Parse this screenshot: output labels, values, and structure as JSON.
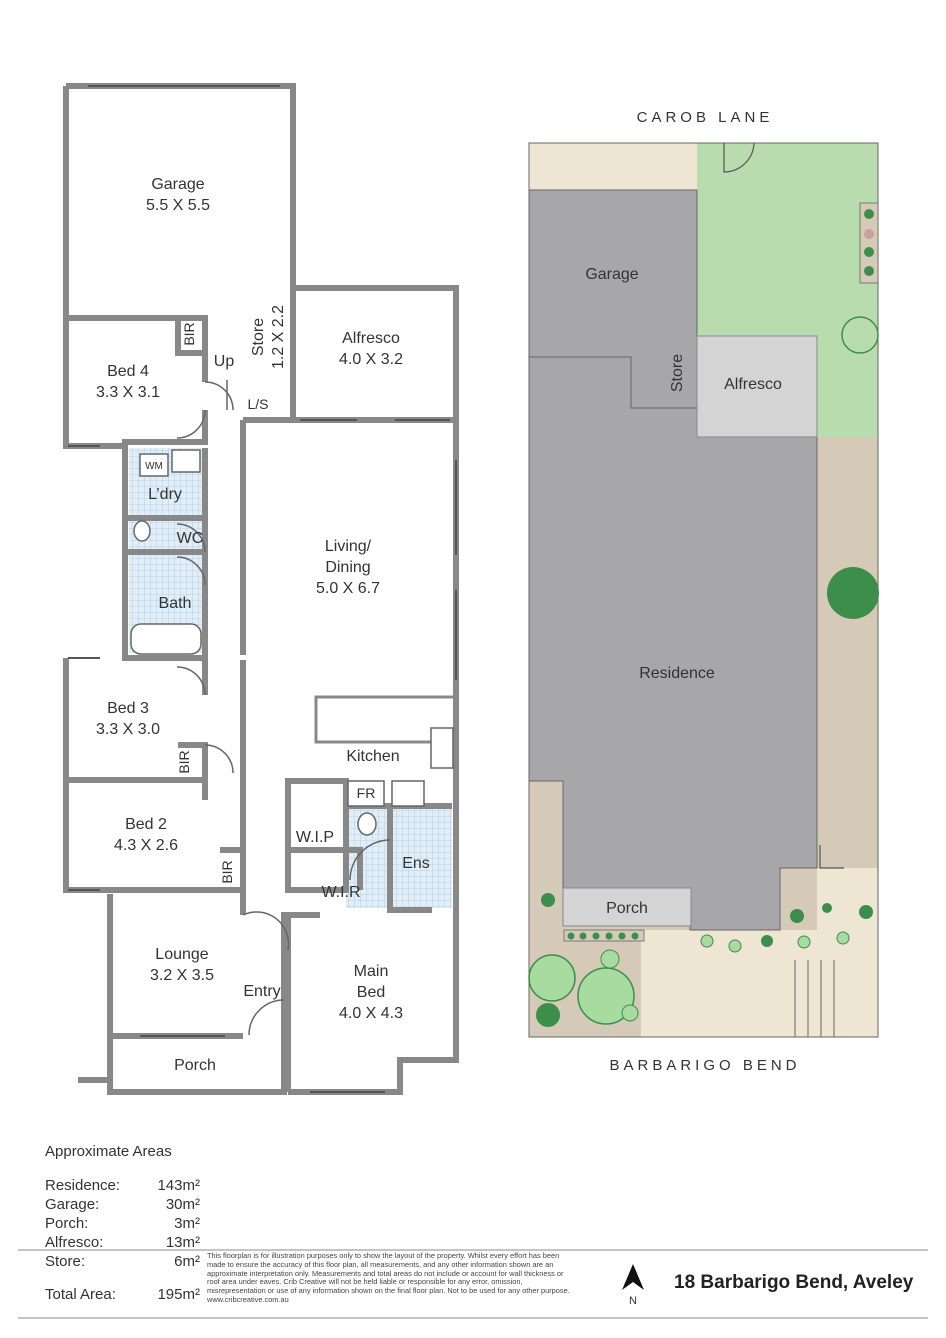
{
  "floor_plan": {
    "rooms": [
      {
        "key": "garage",
        "name": "Garage",
        "size": "5.5 X 5.5"
      },
      {
        "key": "bed4",
        "name": "Bed 4",
        "size": "3.3 X 3.1"
      },
      {
        "key": "store",
        "name": "Store",
        "size": "1.2 X 2.2"
      },
      {
        "key": "alfresco",
        "name": "Alfresco",
        "size": "4.0 X 3.2"
      },
      {
        "key": "living",
        "name": "Living/",
        "name2": "Dining",
        "size": "5.0 X 6.7"
      },
      {
        "key": "bed3",
        "name": "Bed 3",
        "size": "3.3 X 3.0"
      },
      {
        "key": "bed2",
        "name": "Bed 2",
        "size": "4.3 X 2.6"
      },
      {
        "key": "lounge",
        "name": "Lounge",
        "size": "3.2 X 3.5"
      },
      {
        "key": "main_bed",
        "name": "Main",
        "name2": "Bed",
        "size": "4.0 X 4.3"
      }
    ],
    "labels": {
      "bir": "BIR",
      "up": "Up",
      "ls": "L/S",
      "ldry": "L’dry",
      "wm": "WM",
      "wc": "WC",
      "bath": "Bath",
      "kitchen": "Kitchen",
      "fr": "FR",
      "wip": "W.I.P",
      "wir": "W.I.R",
      "ens": "Ens",
      "entry": "Entry",
      "porch": "Porch"
    }
  },
  "site_plan": {
    "street_top": "CAROB LANE",
    "street_bottom": "BARBARIGO BEND",
    "labels": {
      "garage": "Garage",
      "store": "Store",
      "alfresco": "Alfresco",
      "residence": "Residence",
      "porch": "Porch"
    },
    "colors": {
      "building": "#a7a7a9",
      "lawn": "#b8dcae",
      "paving": "#d5c9b8",
      "light_paving": "#efe5d3",
      "alfresco": "#d4d4d4",
      "tree": "#3d8e4a"
    }
  },
  "areas": {
    "title": "Approximate Areas",
    "rows": [
      {
        "label": "Residence:",
        "value": "143m²"
      },
      {
        "label": "Garage:",
        "value": "30m²"
      },
      {
        "label": "Porch:",
        "value": "3m²"
      },
      {
        "label": "Alfresco:",
        "value": "13m²"
      },
      {
        "label": "Store:",
        "value": "6m²"
      }
    ],
    "total": {
      "label": "Total Area:",
      "value": "195m²"
    }
  },
  "disclaimer": "This floorplan is for illustration purposes only to show the layout of the property. Whilst every effort has been made to ensure the accuracy of this floor plan, all measurements, and any other information shown are an approximate interpretation only. Measurements and total areas do not include or account for wall thickness or roof area under eaves. Crib Creative will not be held liable or responsible for any error, omission, misrepresentation or use of any information shown on the final floor plan. Not to be used for any other purpose.",
  "website": "www.cribcreative.com.au",
  "north_label": "N",
  "address": "18 Barbarigo Bend, Aveley"
}
